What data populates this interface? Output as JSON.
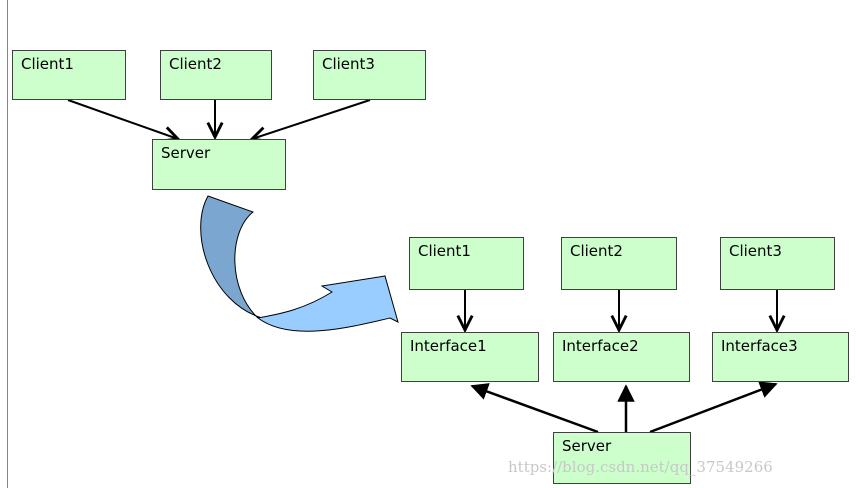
{
  "top_diagram": {
    "clients": [
      "Client1",
      "Client2",
      "Client3"
    ],
    "server": "Server"
  },
  "bottom_diagram": {
    "clients": [
      "Client1",
      "Client2",
      "Client3"
    ],
    "interfaces": [
      "Interface1",
      "Interface2",
      "Interface3"
    ],
    "server": "Server"
  },
  "watermark": "https://blog.csdn.net/qq_37549266",
  "colors": {
    "box_fill": "#ccffcc",
    "box_border": "#404040",
    "arrow_dark": "#7aa6d0",
    "arrow_light": "#99ccff",
    "frame_line": "#4caf50"
  }
}
